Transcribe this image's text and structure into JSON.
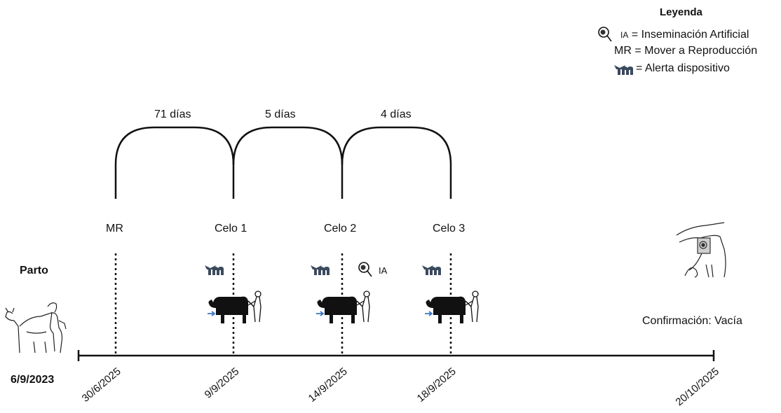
{
  "legend": {
    "title": "Leyenda",
    "items": [
      {
        "icon": "insemination-icon",
        "symbol": "IA",
        "text": "= Inseminación Artificial"
      },
      {
        "icon": "",
        "symbol": "MR",
        "text": "= Mover a Reproducción"
      },
      {
        "icon": "device-alert-icon",
        "symbol": "",
        "text": "= Alerta dispositivo"
      }
    ]
  },
  "intervals": [
    "71 días",
    "5 días",
    "4 días"
  ],
  "phases": [
    "MR",
    "Celo 1",
    "Celo 2",
    "Celo 3"
  ],
  "start_event": {
    "label": "Parto",
    "date": "6/9/2023"
  },
  "timeline_dates": [
    "30/6/2025",
    "9/9/2025",
    "14/9/2025",
    "18/9/2025",
    "20/10/2025"
  ],
  "insemination_marker": "IA",
  "end_event": {
    "label": "Confirmación: Vacía"
  },
  "colors": {
    "line": "#111111",
    "icon": "#3b4a5c",
    "cow": "#111111",
    "arrow": "#3a78c2"
  }
}
